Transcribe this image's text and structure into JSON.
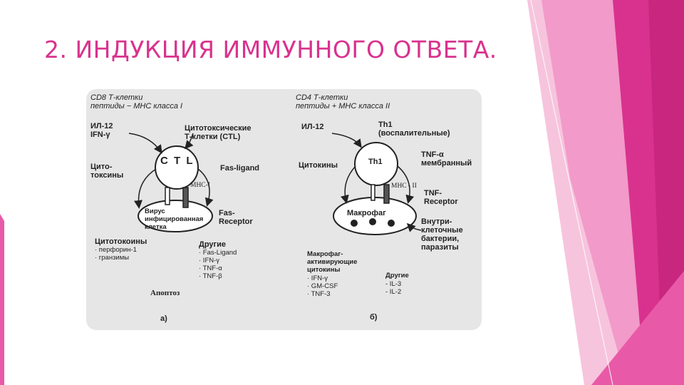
{
  "slide": {
    "title": "2. ИНДУКЦИЯ ИММУННОГО ОТВЕТА.",
    "accent_colors": [
      "#d9328e",
      "#e85aa8",
      "#f29ac9",
      "#f7c4dd"
    ]
  },
  "diagram_a": {
    "header_line1": "CD8 Т-клетки",
    "header_line2": "пептиды − МНС класса I",
    "il12": "ИЛ-12",
    "ifn": "IFN-γ",
    "ctl_desc_line1": "Цитотоксические",
    "ctl_desc_line2": "Т-клетки (CTL)",
    "ctl": "C T L",
    "cytotoxins_line1": "Цито-",
    "cytotoxins_line2": "токсины",
    "fas_ligand": "Fas-ligand",
    "mhc": "MHC-I",
    "cell_line1": "Вирус",
    "cell_line2": "инфицированная",
    "cell_line3": "клетка",
    "fas_receptor_line1": "Fas-",
    "fas_receptor_line2": "Receptor",
    "list1_title": "Цитотокоины",
    "list1_items": [
      "· перфорин-1",
      "· гранзимы"
    ],
    "list2_title": "Другие",
    "list2_items": [
      "· Fas-Ligand",
      "· IFN-γ",
      "· TNF-α",
      "· TNF-β"
    ],
    "apoptosis": "Апоптоз",
    "panel_label": "а)"
  },
  "diagram_b": {
    "header_line1": "CD4 Т-клетки",
    "header_line2": "пептиды + МНС класса II",
    "il12": "ИЛ-12",
    "th1_desc_line1": "Th1",
    "th1_desc_line2": "(воспалительные)",
    "th1": "Th1",
    "cytokines": "Цитокины",
    "tnf_mem_line1": "TNF-α",
    "tnf_mem_line2": "мембранный",
    "mhc": "MHC - II",
    "tnf_rec_line1": "TNF-",
    "tnf_rec_line2": "Receptor",
    "macrophage": "Макрофаг",
    "intra_line1": "Внутри-",
    "intra_line2": "клеточные",
    "intra_line3": "бактерии,",
    "intra_line4": "паразиты",
    "list1_title_line1": "Макрофаг-",
    "list1_title_line2": "активирующие",
    "list1_title_line3": "цитокины",
    "list1_items": [
      "· IFN-γ",
      "· GM-CSF",
      "· TNF-3"
    ],
    "list2_title": "Другие",
    "list2_items": [
      "- IL-3",
      "- IL-2"
    ],
    "panel_label": "б)"
  }
}
